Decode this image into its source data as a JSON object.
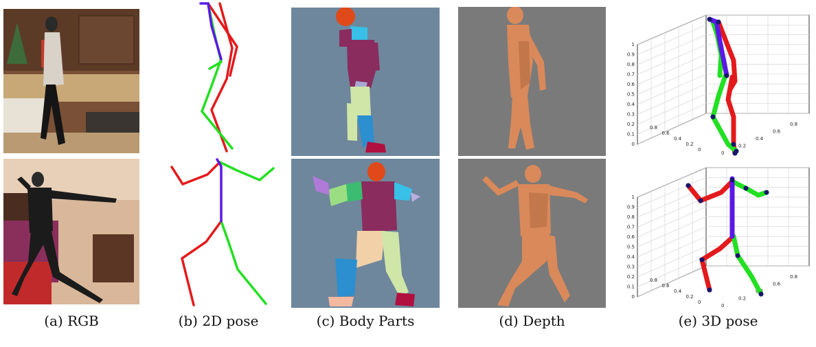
{
  "captions": {
    "rgb": "(a) RGB",
    "pose2d": "(b) 2D pose",
    "body_parts": "(c) Body Parts",
    "depth": "(d) Depth",
    "pose3d": "(e) 3D pose"
  },
  "colors": {
    "left_limb": "#e31a1c",
    "right_limb": "#22e022",
    "spine": "#5a18e6",
    "joint": "#17176b",
    "body_parts_bg": "#6e879c",
    "depth_bg": "#7a7a7a",
    "depth_skin": "#d9895a"
  },
  "plot3d_ticks": {
    "z": [
      "1",
      "0.9",
      "0.8",
      "0.7",
      "0.6",
      "0.5",
      "0.4",
      "0.3",
      "0.2",
      "0.1",
      "0"
    ],
    "x": [
      "0.8",
      "0.6",
      "0.4",
      "0.2",
      "0"
    ],
    "y": [
      "0",
      "0.2",
      "0.4",
      "0.6",
      "0.8"
    ]
  }
}
